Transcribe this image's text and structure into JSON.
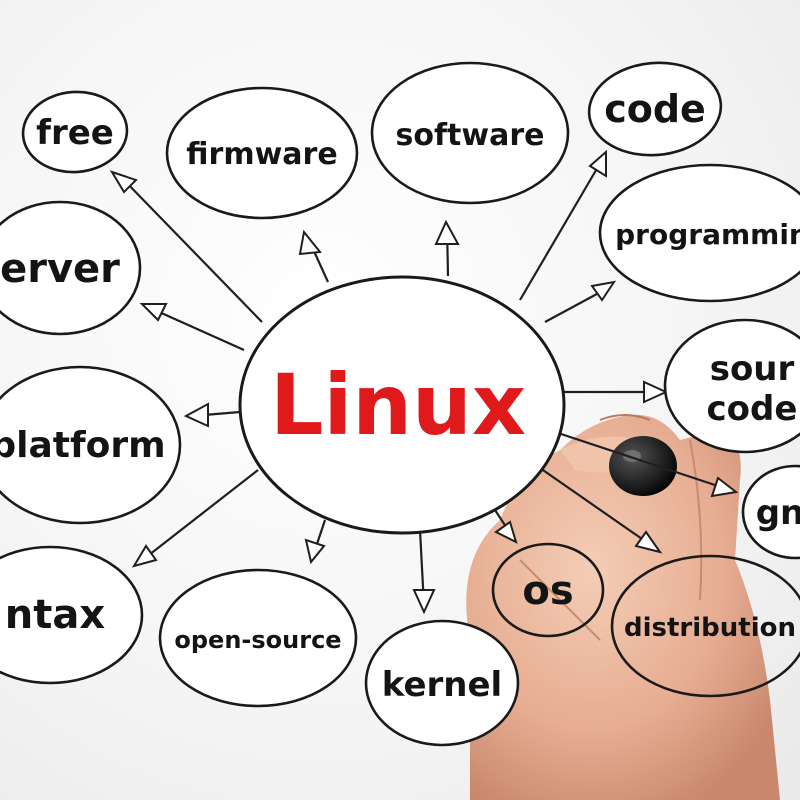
{
  "center": {
    "label": "Linux",
    "color": "#e01a1a"
  },
  "nodes": {
    "free": "free",
    "firmware": "firmware",
    "software": "software",
    "code": "code",
    "server": "erver",
    "programming": "programmin",
    "platform": "platform",
    "source_code_1": "sour",
    "source_code_2": "code",
    "gnu": "gn",
    "syntax": "ntax",
    "open_source": "open-source",
    "kernel": "kernel",
    "os": "os",
    "distribution": "distribution"
  },
  "colors": {
    "ink": "#1a1a1a",
    "skin": "#e8b49a",
    "marker": "#111111"
  }
}
